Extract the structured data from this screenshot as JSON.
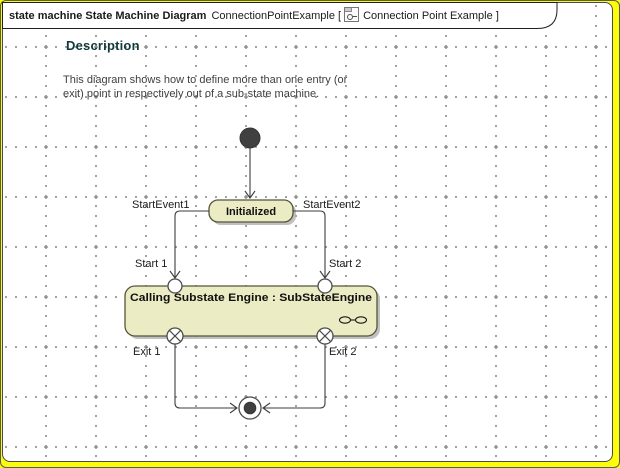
{
  "frame_tab": {
    "title_bold": "state machine State Machine Diagram",
    "context_name": "ConnectionPointExample [",
    "diagram_name": "Connection Point Example",
    "bracket_close": "]",
    "icon": "state-machine-diagram-icon"
  },
  "description": {
    "heading": "Description",
    "body_line1": "This diagram shows how to define more than one entry (or",
    "body_line2": "exit) point in respectively out of a sub-state machine."
  },
  "diagram": {
    "states": {
      "initialized": {
        "name": "Initialized"
      },
      "substate_engine": {
        "name": "Calling Substate Engine : SubStateEngine",
        "icon": "submachine-icon"
      }
    },
    "transition_labels": {
      "left": "StartEvent1",
      "right": "StartEvent2"
    },
    "entry_point_labels": {
      "left": "Start 1",
      "right": "Start 2"
    },
    "exit_point_labels": {
      "left": "Exit 1",
      "right": "Exit 2"
    },
    "pseudostates": {
      "initial": "initial-pseudostate",
      "final": "final-state"
    }
  },
  "colors": {
    "canvas_background": "#FEFE00",
    "page_background": "#FFFFFF",
    "grid_dot": "#949494",
    "state_fill": "#EBEBC4",
    "state_border": "#55553A",
    "edge_line": "#3D3D3D",
    "heading_text": "#12393B",
    "body_text": "#3F3F3F"
  }
}
